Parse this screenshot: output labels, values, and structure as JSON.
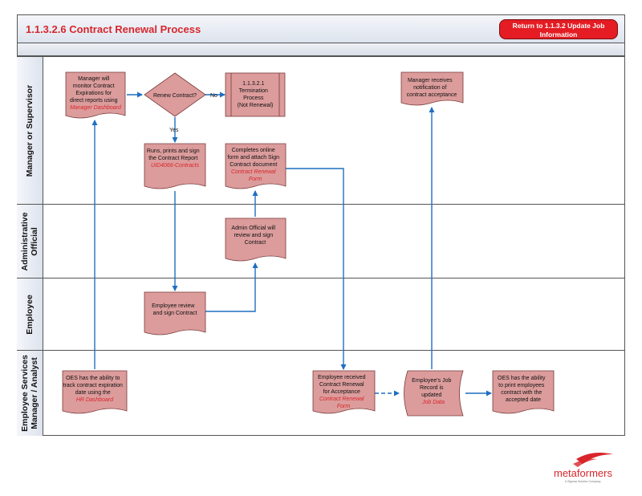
{
  "header": {
    "title": "1.1.3.2.6 Contract Renewal Process",
    "return_button": [
      "Return to 1.1.3.2 Update Job",
      "Information"
    ]
  },
  "lanes": [
    {
      "label": [
        "Manager or Supervisor"
      ]
    },
    {
      "label": [
        "Administrative",
        "Official"
      ]
    },
    {
      "label": [
        "Employee"
      ]
    },
    {
      "label": [
        "Employee Services",
        "Manager / Analyst"
      ]
    }
  ],
  "shapes": {
    "monitor": {
      "lines": [
        "Manager will",
        "monitor Contract",
        "Expirations for",
        "direct reports using"
      ],
      "link": "Manager Dashboard"
    },
    "decision": {
      "lines": [
        "Renew Contract?"
      ]
    },
    "termination": {
      "lines": [
        "1.1.3.2.1",
        "Termination",
        "Process",
        "(Not Renewal)"
      ]
    },
    "runs": {
      "lines": [
        "Runs, prints and sign",
        "the Contract Report"
      ],
      "link": "UID4066-Contracts"
    },
    "online": {
      "lines": [
        "Completes online",
        "form and attach Sign",
        "Contract document"
      ],
      "link": [
        "Contract Renewal",
        "Form"
      ]
    },
    "notification": {
      "lines": [
        "Manager receives",
        "notification of",
        "contract acceptance"
      ]
    },
    "admin": {
      "lines": [
        "Admin Official will",
        "review and sign",
        "Contract"
      ]
    },
    "emp_review": {
      "lines": [
        "Employee review",
        "and sign Contract"
      ]
    },
    "oes_track": {
      "lines": [
        "OES has the ability to",
        "track contract expiration",
        "date using the"
      ],
      "link": "HR Dashboard"
    },
    "received": {
      "lines": [
        "Employee received",
        "Contract Renewal",
        "for Acceptance"
      ],
      "link": [
        "Contract Renewal",
        "Form"
      ]
    },
    "job_record": {
      "lines": [
        "Employee's Job",
        "Record is",
        "updated"
      ],
      "link": "Job Data"
    },
    "oes_print": {
      "lines": [
        "OES has the ability",
        "to print employees",
        "contract with the",
        "accepted date"
      ]
    }
  },
  "labels": {
    "no": "No",
    "yes": "Yes"
  },
  "logo": {
    "text": "metaformers",
    "tagline": "A Sigmaa Solution Company"
  },
  "colors": {
    "shape_fill": "#dc9c9c",
    "shape_stroke": "#7a3a3a",
    "accent": "#d8262c",
    "arrow": "#1f6fc0"
  }
}
